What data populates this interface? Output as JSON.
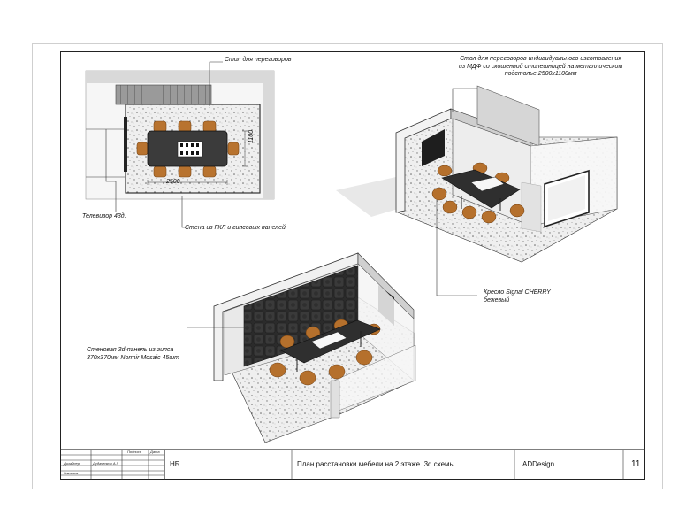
{
  "sheet": {
    "title": "План расстановки мебели на 2 этаже. 3d схемы",
    "company": "ADDesign",
    "page_number": "11",
    "code": "НБ"
  },
  "stamp": {
    "col_signature": "Подпись",
    "col_date": "Дата",
    "row_designer": "Дизайнер",
    "designer_name": "Дудаченков А.Г.",
    "row_customer": "Заказчик"
  },
  "plan": {
    "dim_width": "2500",
    "dim_depth": "1100"
  },
  "annotations": {
    "table_label": "Стол для переговоров",
    "tv_label": "Телевизор 43д.",
    "wall_label": "Стена из ГКЛ и гипсовых панелей",
    "table_custom_line1": "Стол для переговоров индивидуального изготовления",
    "table_custom_line2": "из МДФ со скошенной столешницей на металлическом",
    "table_custom_line3": "подстолье 2500х1100мм",
    "chair_line1": "Кресло Signal CHERRY",
    "chair_line2": "бежевый",
    "panel_line1": "Стеновая 3d-панель из гипса",
    "panel_line2": "370х370мм Normir Mosaic 45шт"
  }
}
